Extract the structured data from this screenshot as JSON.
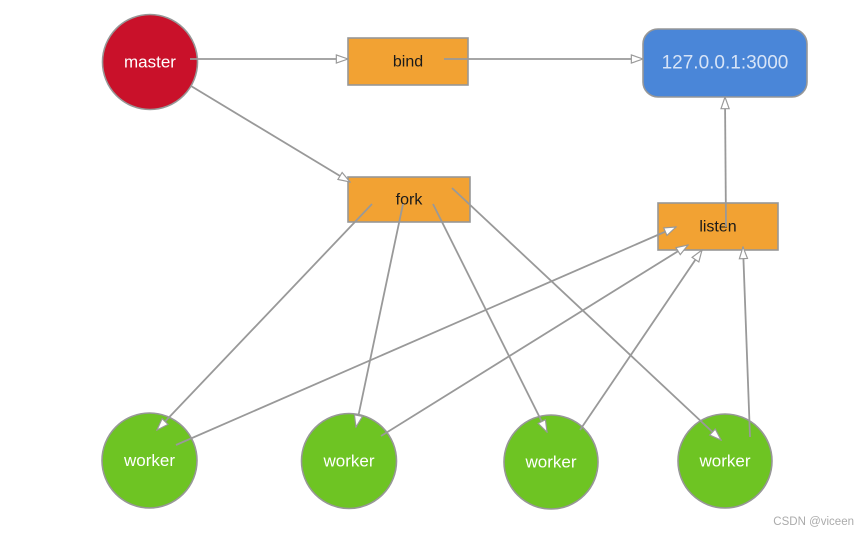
{
  "watermark": "CSDN @viceen",
  "colors": {
    "master_fill": "#C9112A",
    "action_fill": "#F2A233",
    "address_fill": "#4A86D8",
    "address_text": "#D7E4F7",
    "worker_fill": "#6EC423",
    "edge": "#999999"
  },
  "nodes": {
    "master": {
      "label": "master",
      "shape": "circle"
    },
    "bind": {
      "label": "bind",
      "shape": "rect"
    },
    "address": {
      "label": "127.0.0.1:3000",
      "shape": "rounded-rect"
    },
    "fork": {
      "label": "fork",
      "shape": "rect"
    },
    "listen": {
      "label": "listen",
      "shape": "rect"
    },
    "worker1": {
      "label": "worker",
      "shape": "circle"
    },
    "worker2": {
      "label": "worker",
      "shape": "circle"
    },
    "worker3": {
      "label": "worker",
      "shape": "circle"
    },
    "worker4": {
      "label": "worker",
      "shape": "circle"
    }
  },
  "edges": [
    {
      "from": "master",
      "to": "bind"
    },
    {
      "from": "bind",
      "to": "address"
    },
    {
      "from": "master",
      "to": "fork"
    },
    {
      "from": "listen",
      "to": "address"
    },
    {
      "from": "fork",
      "to": "worker1"
    },
    {
      "from": "fork",
      "to": "worker2"
    },
    {
      "from": "fork",
      "to": "worker3"
    },
    {
      "from": "fork",
      "to": "worker4"
    },
    {
      "from": "worker1",
      "to": "listen"
    },
    {
      "from": "worker2",
      "to": "listen"
    },
    {
      "from": "worker3",
      "to": "listen"
    },
    {
      "from": "worker4",
      "to": "listen"
    }
  ]
}
